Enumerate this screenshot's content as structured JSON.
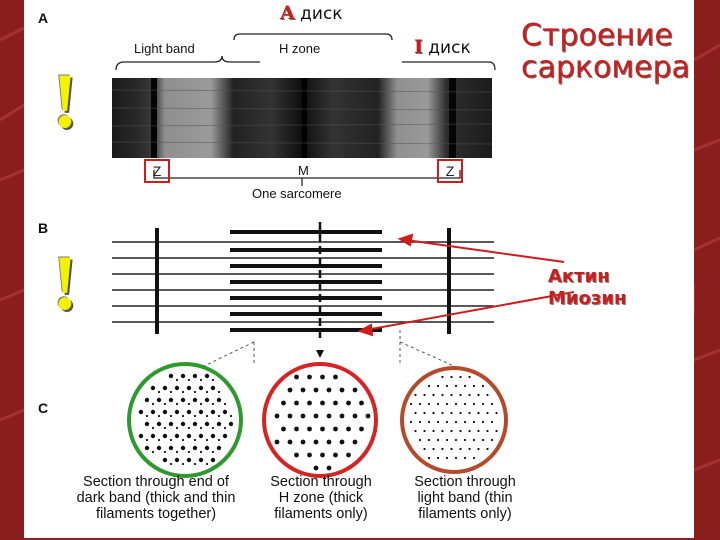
{
  "panels": {
    "a": "A",
    "b": "B",
    "c": "C"
  },
  "disks": {
    "a_letter": "A",
    "a_word": "диск",
    "i_letter": "I",
    "i_word": "диск"
  },
  "title": {
    "line1": "Строение",
    "line2": "саркомера"
  },
  "panel_a": {
    "light_band": "Light band",
    "h_zone": "H zone",
    "z_left": "Z",
    "m_line": "M",
    "z_right": "Z",
    "one_sarcomere": "One sarcomere"
  },
  "filament_labels": {
    "actin": "Актин",
    "myosin": "Миозин"
  },
  "exclamation": "!",
  "sections": [
    {
      "line1": "Section through end of",
      "line2": "dark band (thick and thin",
      "line3": "filaments together)"
    },
    {
      "line1": "Section through",
      "line2": "H zone (thick",
      "line3": "filaments only)"
    },
    {
      "line1": "Section through",
      "line2": "light band (thin",
      "line3": "filaments only)"
    }
  ],
  "colors": {
    "accent_red": "#cc1d1d",
    "circle_green": "#2e9a2e",
    "circle_red": "#d42424",
    "circle_brown": "#b54a2a",
    "exclamation_yellow": "#f4f200",
    "background_frame": "#8a1e1e"
  }
}
